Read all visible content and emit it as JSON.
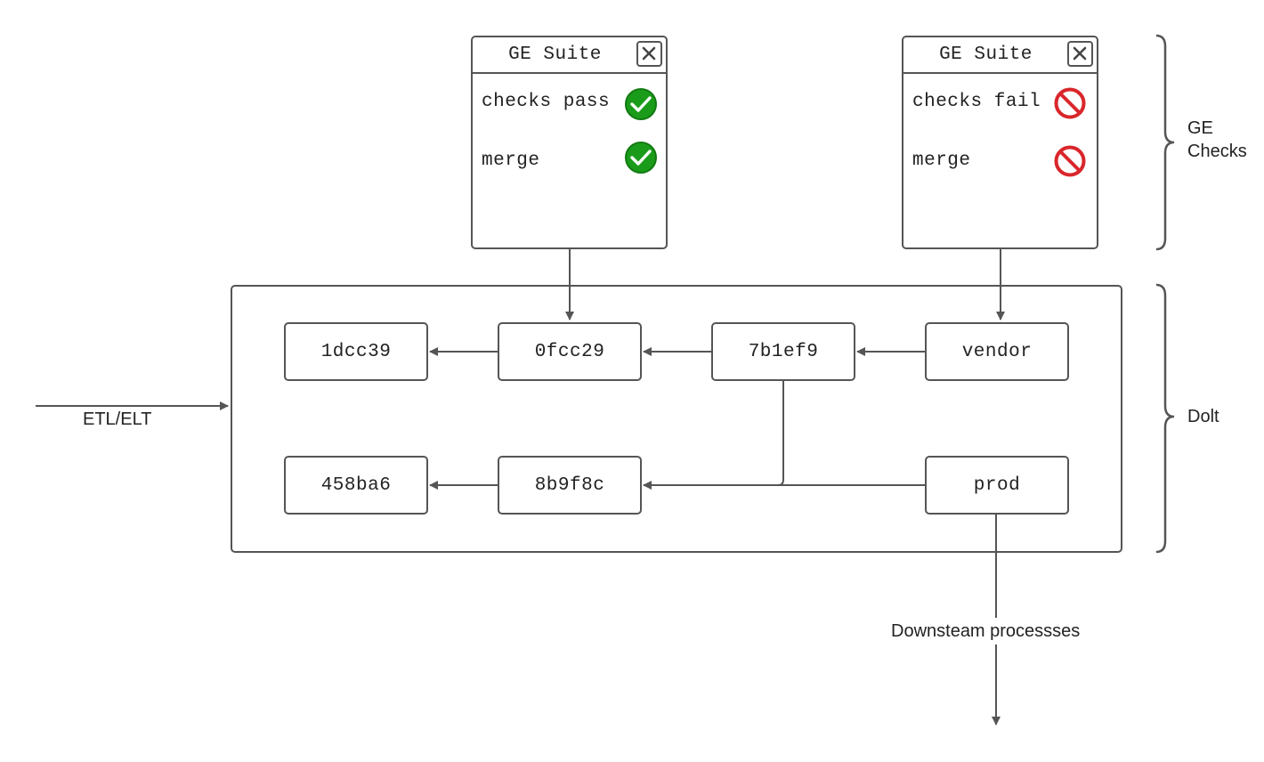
{
  "ge_suites": [
    {
      "title": "GE Suite",
      "checks_label": "checks pass",
      "merge_label": "merge",
      "checks_status": "pass",
      "merge_status": "pass"
    },
    {
      "title": "GE Suite",
      "checks_label": "checks fail",
      "merge_label": "merge",
      "checks_status": "fail",
      "merge_status": "fail"
    }
  ],
  "dolt": {
    "top_row": [
      "1dcc39",
      "0fcc29",
      "7b1ef9",
      "vendor"
    ],
    "bottom_row": [
      "458ba6",
      "8b9f8c",
      "prod"
    ]
  },
  "labels": {
    "etl": "ETL/ELT",
    "downstream": "Downsteam processses",
    "ge_checks_line1": "GE",
    "ge_checks_line2": "Checks",
    "dolt": "Dolt"
  },
  "colors": {
    "stroke": "#555555",
    "pass_green": "#1a9c1a",
    "fail_red": "#d9262b"
  },
  "icons": {
    "pass": "check-circle-icon",
    "fail": "prohibited-icon",
    "close": "close-icon",
    "brace": "curly-brace-icon"
  }
}
